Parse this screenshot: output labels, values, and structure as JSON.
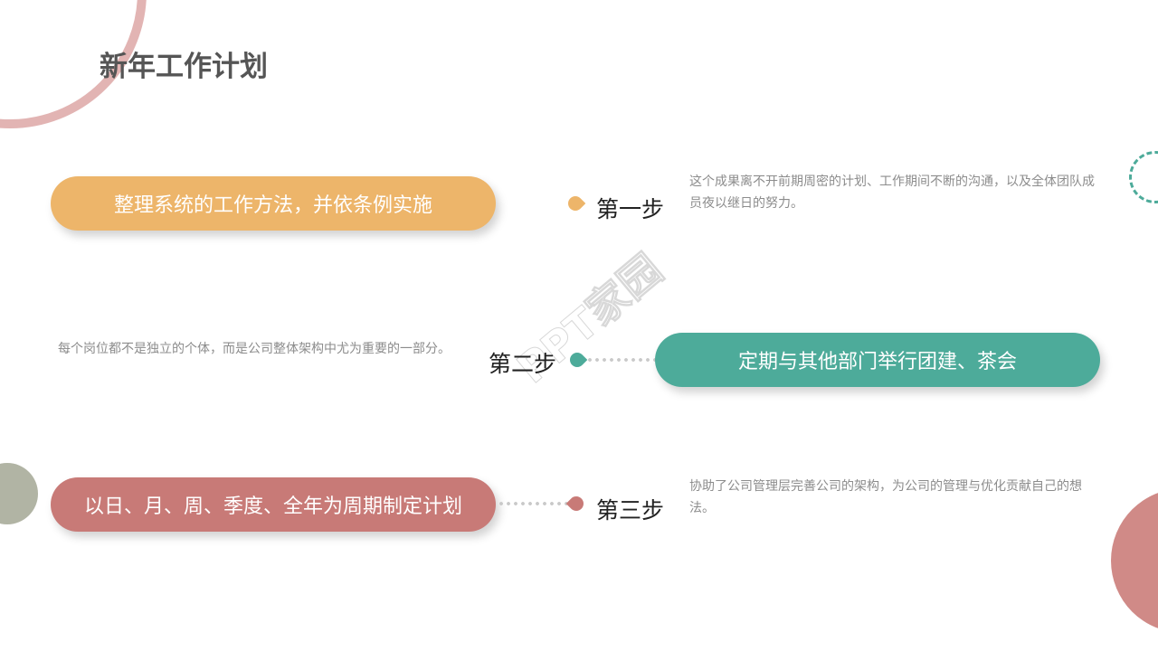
{
  "slide": {
    "title": "新年工作计划",
    "watermark": "PPT家园",
    "colors": {
      "orange": "#edb56a",
      "teal": "#4dab9a",
      "rose": "#c87a77",
      "ring": "#e2b4b3",
      "gray_circle": "#b1b4a4",
      "pink_circle": "#d08a87",
      "title": "#555555",
      "desc": "#8c8c8c"
    },
    "steps": [
      {
        "label": "第一步",
        "pill": "整理系统的工作方法，并依条例实施",
        "description": "这个成果离不开前期周密的计划、工作期间不断的沟通，以及全体团队成员夜以继日的努力。"
      },
      {
        "label": "第二步",
        "pill": "定期与其他部门举行团建、茶会",
        "description": "每个岗位都不是独立的个体，而是公司整体架构中尤为重要的一部分。"
      },
      {
        "label": "第三步",
        "pill": "以日、月、周、季度、全年为周期制定计划",
        "description": "协助了公司管理层完善公司的架构，为公司的管理与优化贡献自己的想法。"
      }
    ]
  }
}
